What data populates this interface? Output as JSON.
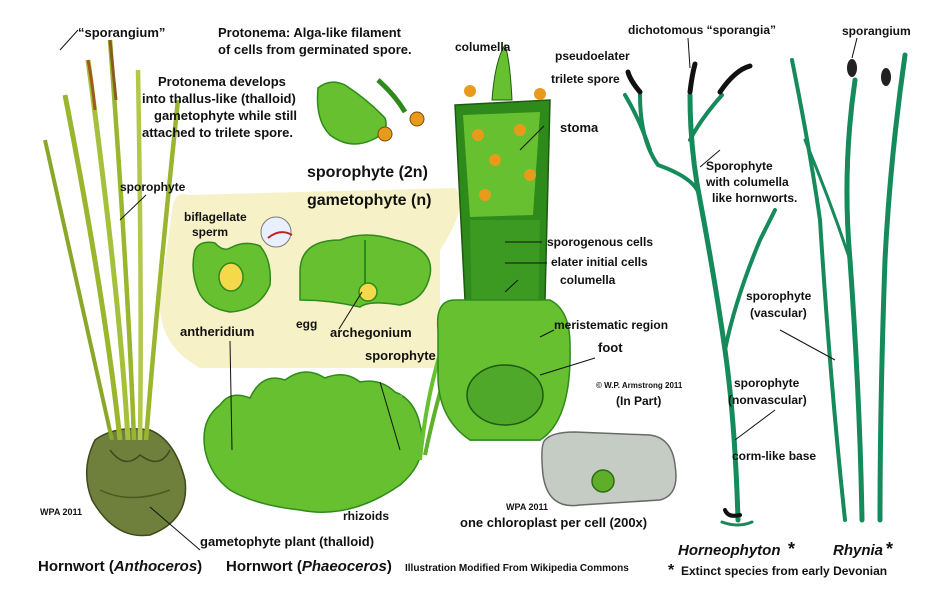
{
  "colors": {
    "background": "#ffffff",
    "pale_yellow_region": "#f6f1c6",
    "plant_green": "#66c030",
    "dark_green": "#2e8a1a",
    "fossil_green": "#5fe6a6",
    "fossil_outline": "#158a5a",
    "spore_orange": "#e89a1a",
    "asterisk_red": "#e01010"
  },
  "labels": {
    "sporangium_quoted": "“sporangium”",
    "protonema_title": "Protonema:  Alga-like filament",
    "protonema_title2": "of cells from germinated spore.",
    "protonema_dev1": "Protonema develops",
    "protonema_dev2": "into thallus-like (thalloid)",
    "protonema_dev3": "gametophyte while still",
    "protonema_dev4": "attached to trilete spore.",
    "sporophyte_2n": "sporophyte (2n)",
    "gametophyte_n": "gametophyte (n)",
    "sporophyte_left": "sporophyte",
    "biflagellate1": "biflagellate",
    "biflagellate2": "sperm",
    "antheridium": "antheridium",
    "egg": "egg",
    "archegonium": "archegonium",
    "sporophyte_mid": "sporophyte",
    "columella_top": "columella",
    "pseudoelater": "pseudoelater",
    "trilete_spore": "trilete spore",
    "stoma": "stoma",
    "sporogenous": "sporogenous cells",
    "elater_initial": "elater initial cells",
    "columella_mid": "columella",
    "meristematic": "meristematic region",
    "foot": "foot",
    "copyright": "© W.P. Armstrong 2011",
    "in_part": "(In Part)",
    "dichotomous": "dichotomous “sporangia”",
    "sporangium_right": "sporangium",
    "sporophyte_columella1": "Sporophyte",
    "sporophyte_columella2": "with columella",
    "sporophyte_columella3": "like hornworts.",
    "sporophyte_vascular1": "sporophyte",
    "sporophyte_vascular2": "(vascular)",
    "sporophyte_nonvascular1": "sporophyte",
    "sporophyte_nonvascular2": "(nonvascular)",
    "corm_base": "corm-like base",
    "wpa_left": "WPA 2011",
    "rhizoids": "rhizoids",
    "gametophyte_plant": "gametophyte plant (thalloid)",
    "wpa_cell": "WPA 2011",
    "chloroplast": "one chloroplast per cell (200x)"
  },
  "captions": {
    "hornwort_prefix": "Hornwort (",
    "anthoceros": "Anthoceros",
    "close_paren": ")",
    "phaeoceros": "Phaeoceros",
    "modified": "Illustration Modified From Wikipedia Commons",
    "horneophyton": "Horneophyton",
    "rhynia": "Rhynia",
    "asterisk": "*",
    "extinct": "Extinct species from early Devonian"
  }
}
